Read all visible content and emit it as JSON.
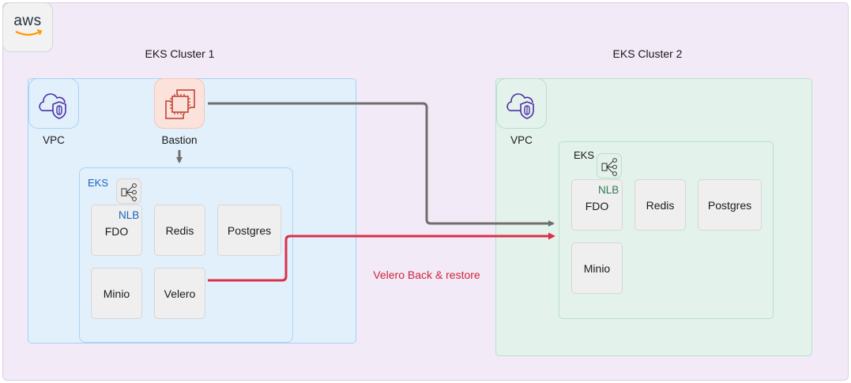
{
  "provider": {
    "logo_text": "aws",
    "logo_icon": "aws-logo-icon"
  },
  "clusters": [
    {
      "title": "EKS Cluster 1",
      "vpc_label": "VPC",
      "bastion_label": "Bastion",
      "eks_label": "EKS",
      "nlb_label": "NLB",
      "services": [
        "FDO",
        "Redis",
        "Postgres",
        "Minio",
        "Velero"
      ],
      "theme_color": "#1565c0"
    },
    {
      "title": "EKS Cluster 2",
      "vpc_label": "VPC",
      "eks_label": "EKS",
      "nlb_label": "NLB",
      "services": [
        "FDO",
        "Redis",
        "Postgres",
        "Minio"
      ],
      "theme_color": "#2e7d4f"
    }
  ],
  "connections": [
    {
      "from": "Bastion (Cluster 1)",
      "to": "EKS Cluster 1",
      "color": "#6f6f6f"
    },
    {
      "from": "Bastion (Cluster 1)",
      "to": "FDO (Cluster 2)",
      "color": "#6f6f6f"
    },
    {
      "from": "Velero (Cluster 1)",
      "to": "FDO (Cluster 2)",
      "color": "#dc2f4a",
      "label": "Velero Back & restore"
    }
  ]
}
